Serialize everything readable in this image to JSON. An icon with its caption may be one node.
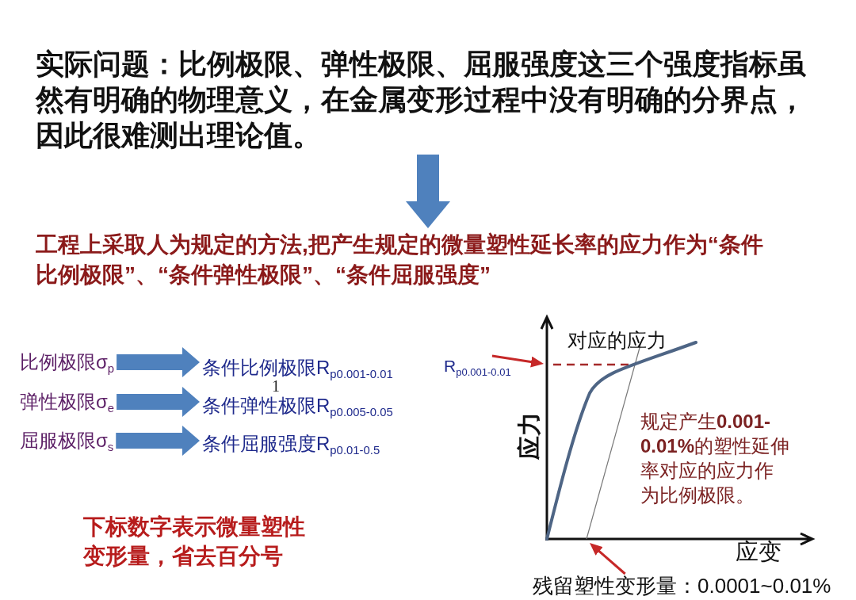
{
  "diagram": {
    "nodes": [
      {
        "text": [
          "实际问题：比例极限、弹性极限、屈服强度这三个强度指标虽然有明确的物理意义，在金属变形过程中没有明确的分界点，因此很难测出理论值。"
        ]
      },
      {
        "text": [
          "工程上采取人为规定的方法,把产生规定的微量塑性延长率的应力作为“条件比例极限”、“条件弹性极限”、“条件屈服强度”"
        ]
      },
      {
        "text": [
          "比例极限σ$_{p}$"
        ]
      },
      {
        "text": [
          "条件比例极限R$_{p0.001-0.01}$"
        ]
      },
      {
        "text": [
          "弹性极限σ$_{e}$"
        ]
      },
      {
        "text": [
          "条件弹性极限R$_{p0.005-0.05}$"
        ]
      },
      {
        "text": [
          "屈服极限σ$_{s}$"
        ]
      },
      {
        "text": [
          "条件屈服强度R$_{p0.01-0.5}$"
        ]
      },
      {
        "text": [
          "R$_{p0.001-0.01}$"
        ]
      },
      {
        "text": [
          "残留塑性变形量：0.0001~0.01%"
        ]
      }
    ],
    "edges": [
      {
        "from": 0,
        "to": 1,
        "arrow": "to"
      },
      {
        "from": 2,
        "to": 3,
        "arrow": "to"
      },
      {
        "from": 4,
        "to": 5,
        "arrow": "to"
      },
      {
        "from": 6,
        "to": 7,
        "arrow": "to"
      },
      {
        "from": 8,
        "to": null,
        "arrow": "to",
        "color": "#c62828"
      },
      {
        "from": 9,
        "to": null,
        "arrow": "to",
        "color": "#c62828"
      }
    ],
    "labels": [
      "1",
      "下标数字表示微量塑性变形量，省去百分号",
      "对应的应力",
      "应力",
      "规定产生**0.001-0.01%**的塑性延伸率对应的应力作为比例极限。",
      "应变"
    ]
  }
}
